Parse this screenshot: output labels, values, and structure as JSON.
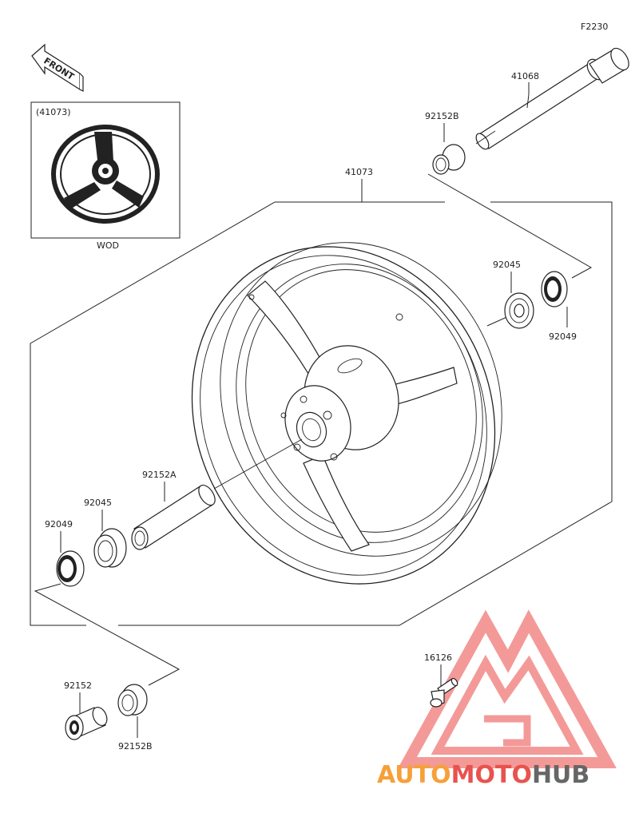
{
  "figure_code": "F2230",
  "front_label": "FRONT",
  "inset": {
    "part_no": "(41073)",
    "caption": "WOD"
  },
  "labels": {
    "axle": "41068",
    "collar_top": "92152B",
    "wheel": "41073",
    "bearing_right": "92045",
    "seal_right": "92049",
    "spacer": "92152A",
    "bearing_left": "92045",
    "seal_left": "92049",
    "collar_left": "92152",
    "collar_bottom": "92152B",
    "valve": "16126"
  },
  "watermark": {
    "part1": "AUTO",
    "part2": "MOTO",
    "part3": "HUB"
  },
  "colors": {
    "line": "#222222",
    "accent_red": "#e8534f",
    "accent_orange": "#f6a03a",
    "accent_gray": "#666666"
  }
}
